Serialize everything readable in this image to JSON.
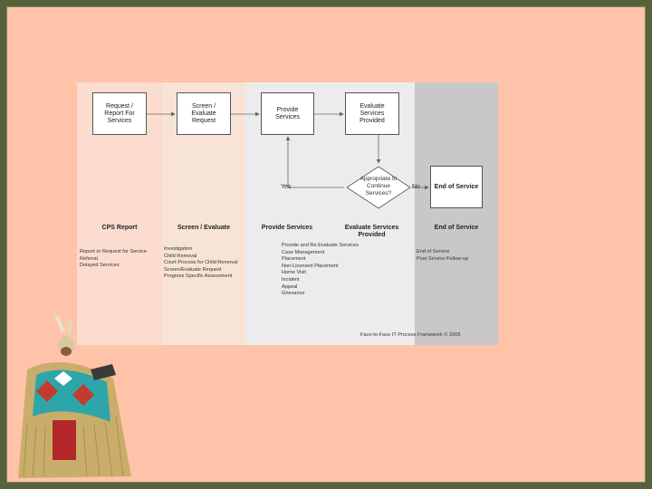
{
  "flow": {
    "boxes": {
      "request": "Request /\nReport For\nServices",
      "screen": "Screen /\nEvaluate\nRequest",
      "provide": "Provide\nServices",
      "evaluate": "Evaluate\nServices\nProvided",
      "decision": "Appropriate to\nContinue\nServices?",
      "end": "End of Service"
    },
    "labels": {
      "yes": "Yes",
      "no": "No"
    },
    "lanes": [
      {
        "title": "CPS Report",
        "items": [
          "Report or Request for Service",
          "Referral",
          "Delayed Services"
        ]
      },
      {
        "title": "Screen / Evaluate",
        "items": [
          "Investigation",
          "Child Removal",
          "Court Process for Child Removal",
          "Screen/Evaluate Request",
          "Progress Specific Assessment"
        ]
      },
      {
        "title": "Provide Services",
        "items": [
          "Provide and Re Evaluate Services",
          "Case Management",
          "Placement",
          "Non-Licensed Placement",
          "Home Visit",
          "Incident",
          "Appeal",
          "Grievance"
        ]
      },
      {
        "title": "Evaluate Services\nProvided",
        "items": []
      },
      {
        "title": "End of Service",
        "items": [
          "End of Service",
          "Post Service Follow-up"
        ]
      }
    ],
    "footer": "Face-to-Face IT Process Framework © 2006"
  },
  "colors": {
    "slide_bg": "#fec3a8",
    "frame": "#58623a",
    "lane1": "#fbdccf",
    "lane2": "#f8e4d6",
    "lane3": "#ececec",
    "lane4": "#ececec",
    "lane5": "#c8c8c8"
  },
  "icons": {
    "figure": "native-dancer-illustration"
  }
}
